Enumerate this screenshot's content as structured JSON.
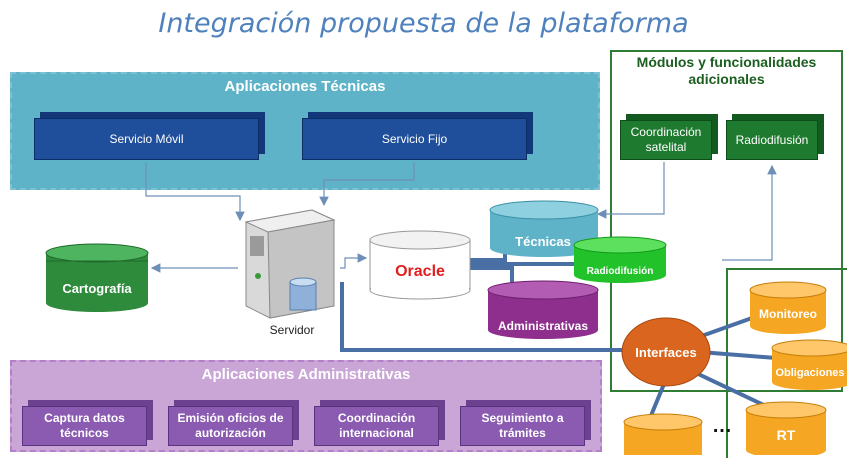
{
  "title": "Integración propuesta de la plataforma",
  "tecnicas": {
    "title": "Aplicaciones Técnicas",
    "movil": "Servicio Móvil",
    "fijo": "Servicio Fijo"
  },
  "modulos": {
    "title": "Módulos y funcionalidades adicionales",
    "coordinacion": "Coordinación satelital",
    "radiodifusion": "Radiodifusión"
  },
  "center": {
    "servidor": "Servidor",
    "oracle": "Oracle",
    "cartografia": "Cartografía",
    "tecnicas_db": "Técnicas",
    "radiodifusion_db": "Radiodifusión",
    "administrativas_db": "Administrativas",
    "interfaces": "Interfaces",
    "monitoreo": "Monitoreo",
    "obligaciones": "Obligaciones",
    "rt": "RT",
    "ellipsis": "…"
  },
  "administrativas": {
    "title": "Aplicaciones Administrativas",
    "items": [
      "Captura datos técnicos",
      "Emisión oficios de autorización",
      "Coordinación internacional",
      "Seguimiento a trámites"
    ]
  },
  "colors": {
    "accent": "#4f81bd",
    "tecnicas_panel": "#5fb3c9",
    "administrativas_panel": "#c9a6d6",
    "green": "#2e7d32",
    "orange": "#f5a623",
    "oracle_red": "#e02020"
  }
}
